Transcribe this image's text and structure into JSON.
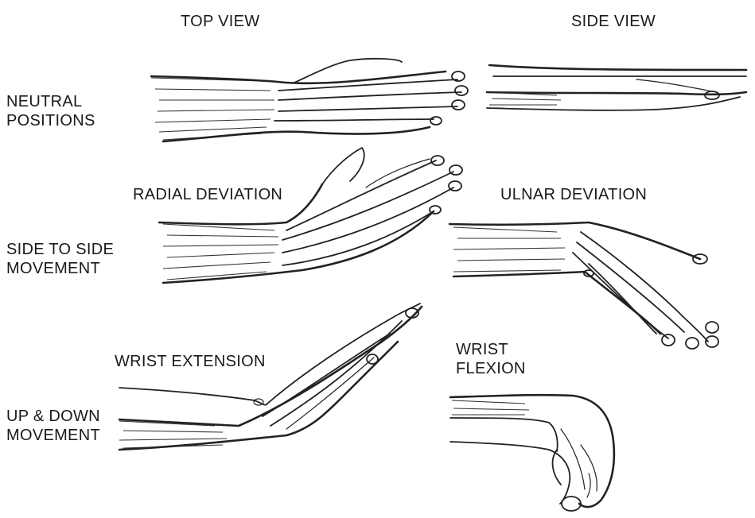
{
  "headers": {
    "top_view": "TOP VIEW",
    "side_view": "SIDE VIEW"
  },
  "rows": [
    {
      "label_lines": [
        "NEUTRAL",
        "POSITIONS"
      ]
    },
    {
      "label_lines": [
        "SIDE TO SIDE",
        "MOVEMENT"
      ]
    },
    {
      "label_lines": [
        "UP & DOWN",
        "MOVEMENT"
      ]
    }
  ],
  "captions": {
    "radial_deviation": "RADIAL DEVIATION",
    "ulnar_deviation": "ULNAR DEVIATION",
    "wrist_extension": "WRIST EXTENSION",
    "wrist_flexion_lines": [
      "WRIST",
      "FLEXION"
    ]
  }
}
